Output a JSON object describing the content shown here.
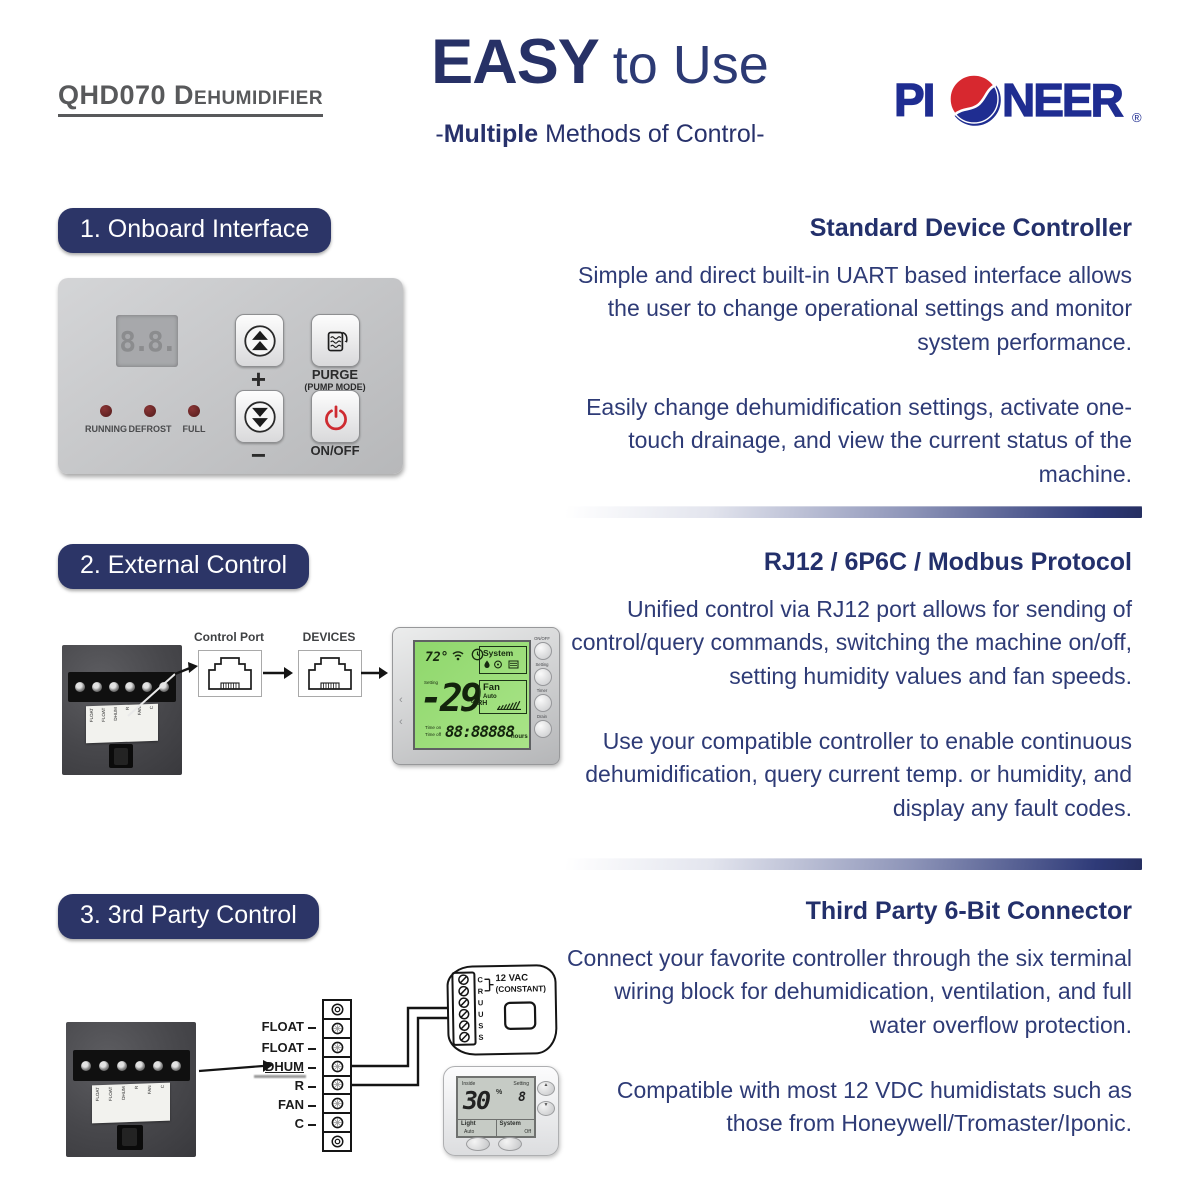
{
  "header": {
    "model": "QHD070 Dehumidifier",
    "title_bold": "EASY",
    "title_rest": "to Use",
    "subtitle_pre": "-",
    "subtitle_bold": "Multiple",
    "subtitle_post": " Methods of Control-",
    "brand_p1": "PI",
    "brand_p2": "NEER",
    "registered": "®"
  },
  "colors": {
    "navy": "#2c3567",
    "text_navy": "#2e3b76",
    "logo_blue": "#1f2d91",
    "logo_red": "#d7282f",
    "lcd_green": "#9ade79"
  },
  "sections": [
    {
      "badge": "1. Onboard Interface",
      "heading": "Standard Device Controller",
      "p1": "Simple and direct built-in UART based interface allows the user to change operational settings and monitor system performance.",
      "p2": "Easily change dehumidification settings, activate one-touch drainage, and view the current status of the machine."
    },
    {
      "badge": "2. External Control",
      "heading": "RJ12 / 6P6C / Modbus Protocol",
      "p1": "Unified control via RJ12 port allows for sending of control/query commands, switching the machine on/off, setting humidity values and fan speeds.",
      "p2": "Use your compatible controller to enable continuous dehumidification, query current temp. or humidity, and display any fault codes."
    },
    {
      "badge": "3. 3rd Party Control",
      "heading": "Third Party 6-Bit Connector",
      "p1": "Connect your favorite controller through the six terminal wiring block for dehumidication, ventilation, and full water overflow protection.",
      "p2": "Compatible with most 12 VDC humidistats such as those from Honeywell/Tromaster/Iponic."
    }
  ],
  "panel": {
    "display": "8.8.",
    "leds": [
      "RUNNING",
      "DEFROST",
      "FULL"
    ],
    "plus": "+",
    "minus": "−",
    "purge": "PURGE",
    "purge_sub": "(PUMP MODE)",
    "onoff": "ON/OFF"
  },
  "external": {
    "jack1": "Control Port",
    "jack2": "DEVICES",
    "lcd": {
      "temp": "72°",
      "system": "System",
      "setting": "Setting",
      "humidity": "-29",
      "unit": "%RH",
      "fan": "Fan",
      "fan_mode": "Auto",
      "time_on": "Time on",
      "time_off": "Time off",
      "digits": "88:88888",
      "hours": "hours"
    },
    "buttons": [
      "ON/OFF",
      "Setting",
      "Timer",
      "Drain"
    ]
  },
  "wiring": {
    "labels": [
      "FLOAT",
      "FLOAT",
      "DHUM",
      "R",
      "FAN",
      "C"
    ]
  },
  "third": {
    "vac_line1": "12 VAC",
    "vac_line2": "(CONSTANT)",
    "vac_terminals": [
      "C",
      "R",
      "U",
      "U",
      "S",
      "S"
    ],
    "stat": {
      "inside": "Inside",
      "value": "30",
      "pct": "%",
      "setting": "Setting",
      "set_value": "8",
      "light": "Light",
      "light_mode": "Auto",
      "system": "System",
      "system_mode": "Off"
    }
  }
}
